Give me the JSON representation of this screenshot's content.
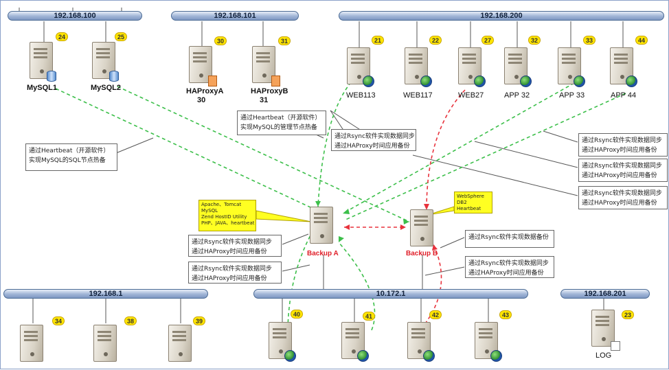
{
  "networks": {
    "n100": "192.168.100",
    "n101": "192.168.101",
    "n200": "192.168.200",
    "n1": "192.168.1",
    "n172": "10.172.1",
    "n201": "192.168.201"
  },
  "servers": {
    "mysql1": {
      "badge": "24",
      "label": "MySQL1",
      "icon": "database-icon"
    },
    "mysql2": {
      "badge": "25",
      "label": "MySQL2",
      "icon": "database-icon"
    },
    "haproxyA": {
      "badge": "30",
      "label": "HAProxyA",
      "sublabel": "30",
      "icon": "document-icon"
    },
    "haproxyB": {
      "badge": "31",
      "label": "HAProxyB",
      "sublabel": "31",
      "icon": "document-icon"
    },
    "web113": {
      "badge": "21",
      "label": "WEB113",
      "icon": "globe-icon"
    },
    "web117": {
      "badge": "22",
      "label": "WEB117",
      "icon": "globe-icon"
    },
    "web27": {
      "badge": "27",
      "label": "WEB27",
      "icon": "globe-icon"
    },
    "app32": {
      "badge": "32",
      "label": "APP 32",
      "icon": "globe-icon"
    },
    "app33": {
      "badge": "33",
      "label": "APP 33",
      "icon": "globe-icon"
    },
    "app44": {
      "badge": "44",
      "label": "APP 44",
      "icon": "globe-icon"
    },
    "backupA": {
      "label": "Backup A"
    },
    "backupB": {
      "label": "Backup B"
    },
    "s34": {
      "badge": "34"
    },
    "s38": {
      "badge": "38"
    },
    "s39": {
      "badge": "39"
    },
    "s40": {
      "badge": "40",
      "icon": "globe-icon"
    },
    "s41": {
      "badge": "41",
      "icon": "globe-icon"
    },
    "s42": {
      "badge": "42",
      "icon": "globe-icon"
    },
    "s43": {
      "badge": "43",
      "icon": "globe-icon"
    },
    "log": {
      "badge": "23",
      "label": "LOG",
      "icon": "paper-icon"
    }
  },
  "notes": {
    "heartbeatSql": [
      "通过Heartbeat（开源软件）",
      "实现MySQL的SQL节点热备"
    ],
    "heartbeatMgmt": [
      "通过Heartbeat（开源软件）",
      "实现MySQL的管理节点热备"
    ],
    "rsyncCenter": [
      "通过Rsync软件实现数据同步",
      "通过HAProxy时间应用备份"
    ],
    "rsyncRight1": [
      "通过Rsync软件实现数据同步",
      "通过HAProxy时间应用备份"
    ],
    "rsyncRight2": [
      "通过Rsync软件实现数据同步",
      "通过HAProxy时间应用备份"
    ],
    "rsyncRight3": [
      "通过Rsync软件实现数据同步",
      "通过HAProxy时间应用备份"
    ],
    "rsyncBackupA1": [
      "通过Rsync软件实现数据同步",
      "通过HAProxy时间应用备份"
    ],
    "rsyncBackupA2": [
      "通过Rsync软件实现数据同步",
      "通过HAProxy时间应用备份"
    ],
    "rsyncBackupB1": [
      "通过Rsync软件实现数据备份"
    ],
    "rsyncBackupB2": [
      "通过Rsync软件实现数据同步",
      "通过HAProxy时间应用备份"
    ]
  },
  "callouts": {
    "backupA": [
      "Apache、Tomcat",
      "MySQL",
      "Zend HostID Utility",
      "PHP、JAVA、heartbeat"
    ],
    "backupB": [
      "WebSphere",
      "DB2",
      "Heartbeat"
    ]
  },
  "colors": {
    "bus": "#9fb4d6",
    "badge": "#ffe500",
    "greenDash": "#3cbf4a",
    "redDash": "#e8323c",
    "callout": "#ffff22",
    "backupLabel": "#e0202a"
  }
}
